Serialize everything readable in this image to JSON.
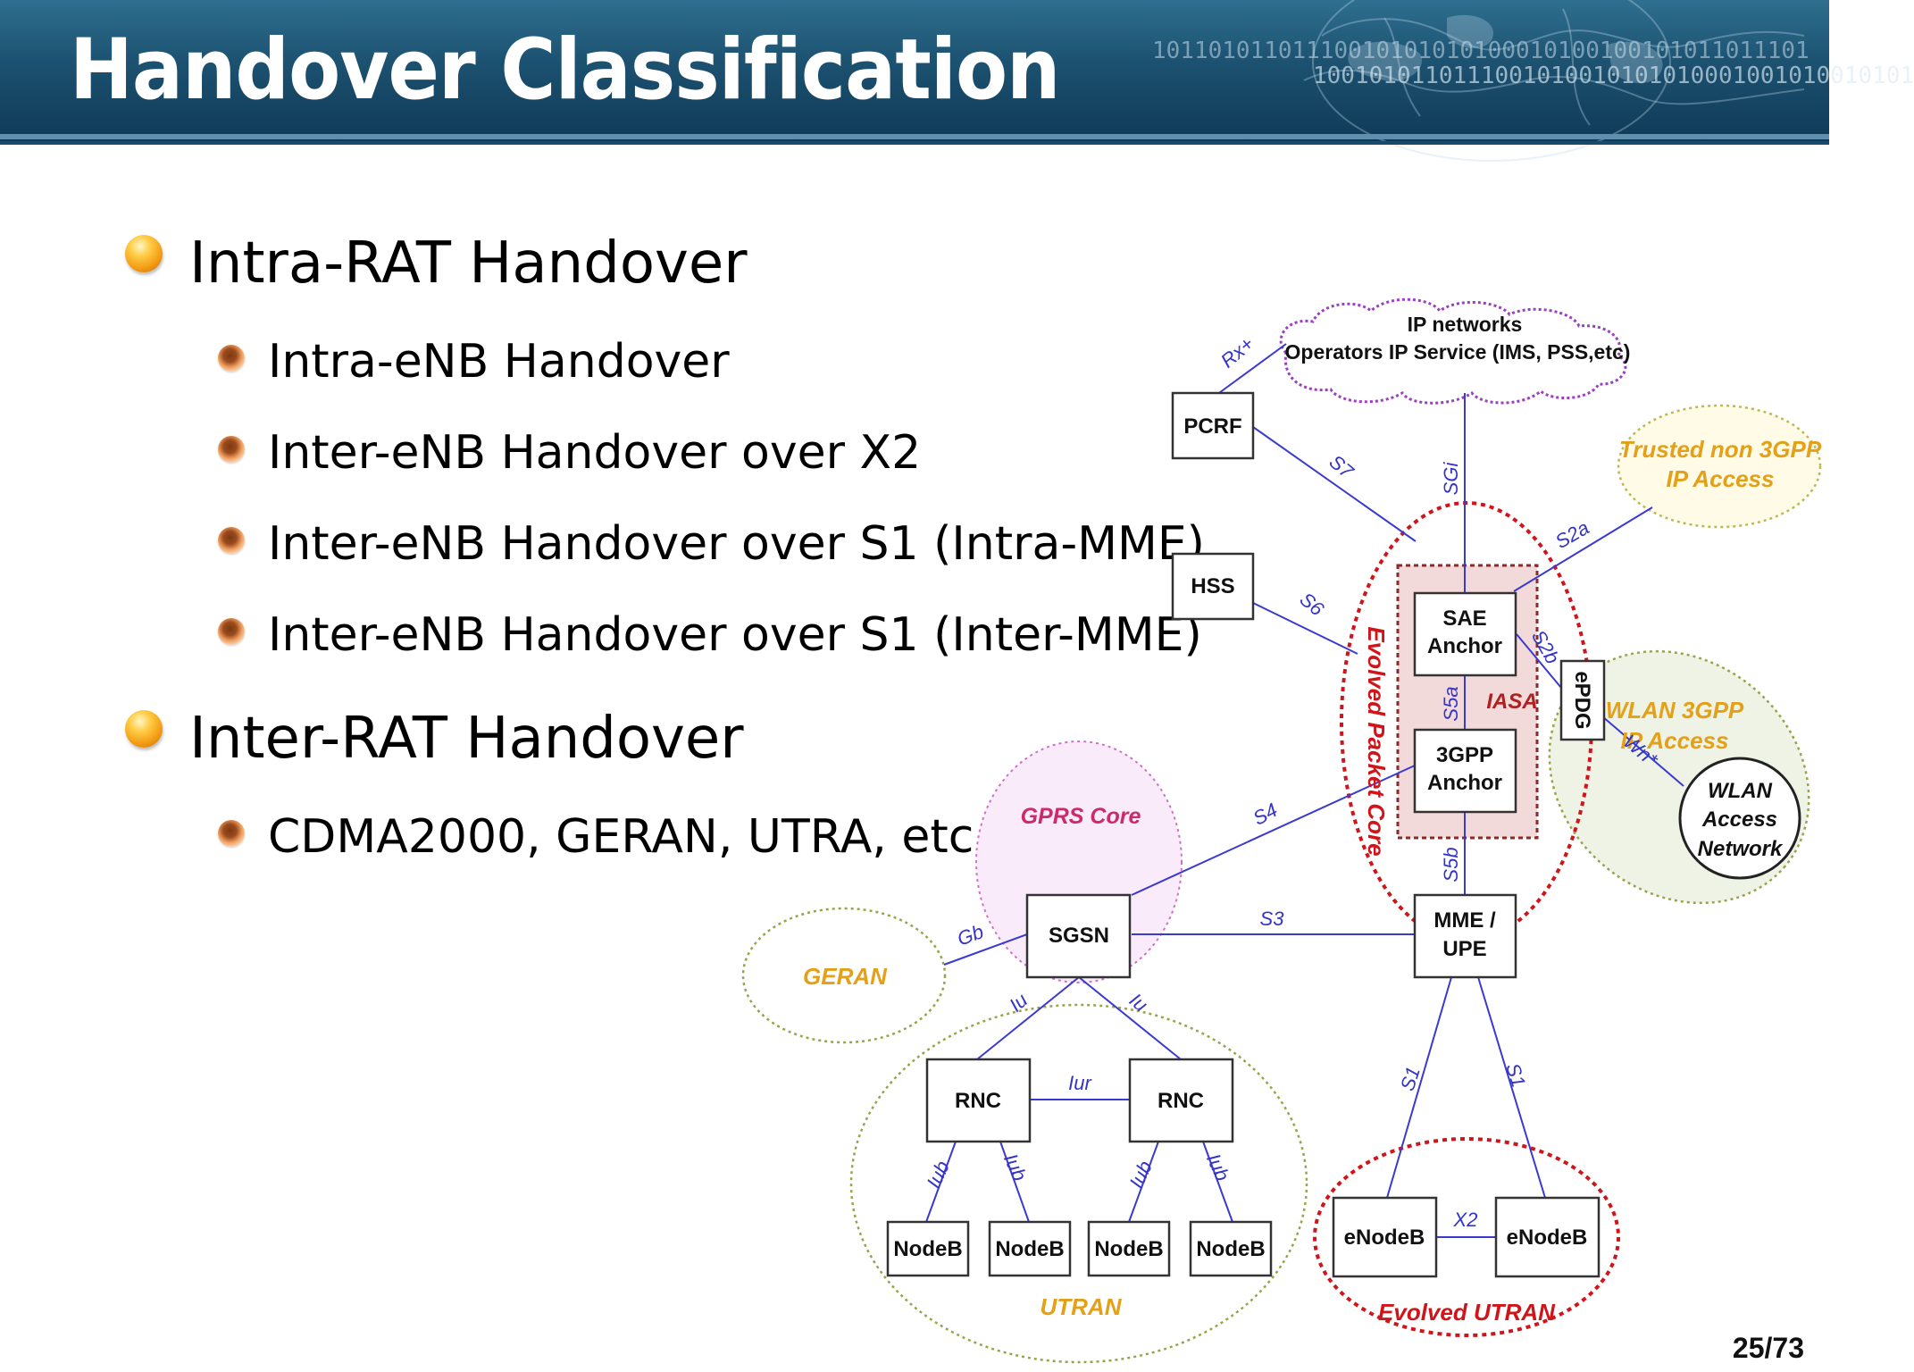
{
  "title": "Handover Classification",
  "header_decoration": {
    "binary_line_1": "10110101101110010101010100010100100101011011101",
    "binary_line_2": "1001010110111001010010101010001001010010101"
  },
  "bullets": [
    {
      "label": "Intra-RAT Handover",
      "children": [
        "Intra-eNB Handover",
        "Inter-eNB Handover over X2",
        "Inter-eNB Handover over S1 (Intra-MME)",
        "Inter-eNB Handover over S1 (Inter-MME)"
      ]
    },
    {
      "label": "Inter-RAT Handover",
      "children": [
        "CDMA2000, GERAN, UTRA, etc"
      ]
    }
  ],
  "diagram": {
    "nodes": {
      "ip_networks_1": "IP networks",
      "ip_networks_2": "Operators IP Service (IMS, PSS,etc)",
      "pcrf": "PCRF",
      "hss": "HSS",
      "sae_anchor_1": "SAE",
      "sae_anchor_2": "Anchor",
      "gpp_anchor_1": "3GPP",
      "gpp_anchor_2": "Anchor",
      "epdg": "ePDG",
      "mme_1": "MME /",
      "mme_2": "UPE",
      "sgsn": "SGSN",
      "rnc_1": "RNC",
      "rnc_2": "RNC",
      "nodeb_1": "NodeB",
      "nodeb_2": "NodeB",
      "nodeb_3": "NodeB",
      "nodeb_4": "NodeB",
      "enodeb_1": "eNodeB",
      "enodeb_2": "eNodeB",
      "wlan_access_1": "WLAN",
      "wlan_access_2": "Access",
      "wlan_access_3": "Network"
    },
    "regions": {
      "trusted_1": "Trusted non 3GPP",
      "trusted_2": "IP Access",
      "wlan3gpp_1": "WLAN 3GPP",
      "wlan3gpp_2": "IP Access",
      "evolved_core": "Evolved Packet Core",
      "iasa": "IASA",
      "gprs_core": "GPRS Core",
      "geran": "GERAN",
      "utran": "UTRAN",
      "evolved_utran": "Evolved UTRAN"
    },
    "interfaces": {
      "rx": "Rx+",
      "s7": "S7",
      "sgi": "SGi",
      "s2a": "S2a",
      "s6": "S6",
      "s2b": "S2b",
      "wn": "Wn*",
      "s5a": "S5a",
      "s5b": "S5b",
      "s4": "S4",
      "s3": "S3",
      "gb": "Gb",
      "iu_1": "Iu",
      "iu_2": "Iu",
      "iur": "Iur",
      "iub_1": "Iub",
      "iub_2": "Iub",
      "iub_3": "Iub",
      "iub_4": "Iub",
      "s1_1": "S1",
      "s1_2": "S1",
      "x2": "X2"
    },
    "colors": {
      "link": "#3a3ad0",
      "region_olive": "#e3a018",
      "region_red": "#d0141a",
      "region_pink": "#cc2a6a",
      "cloud_border": "#9b3fc0"
    }
  },
  "page_number": "25/73"
}
